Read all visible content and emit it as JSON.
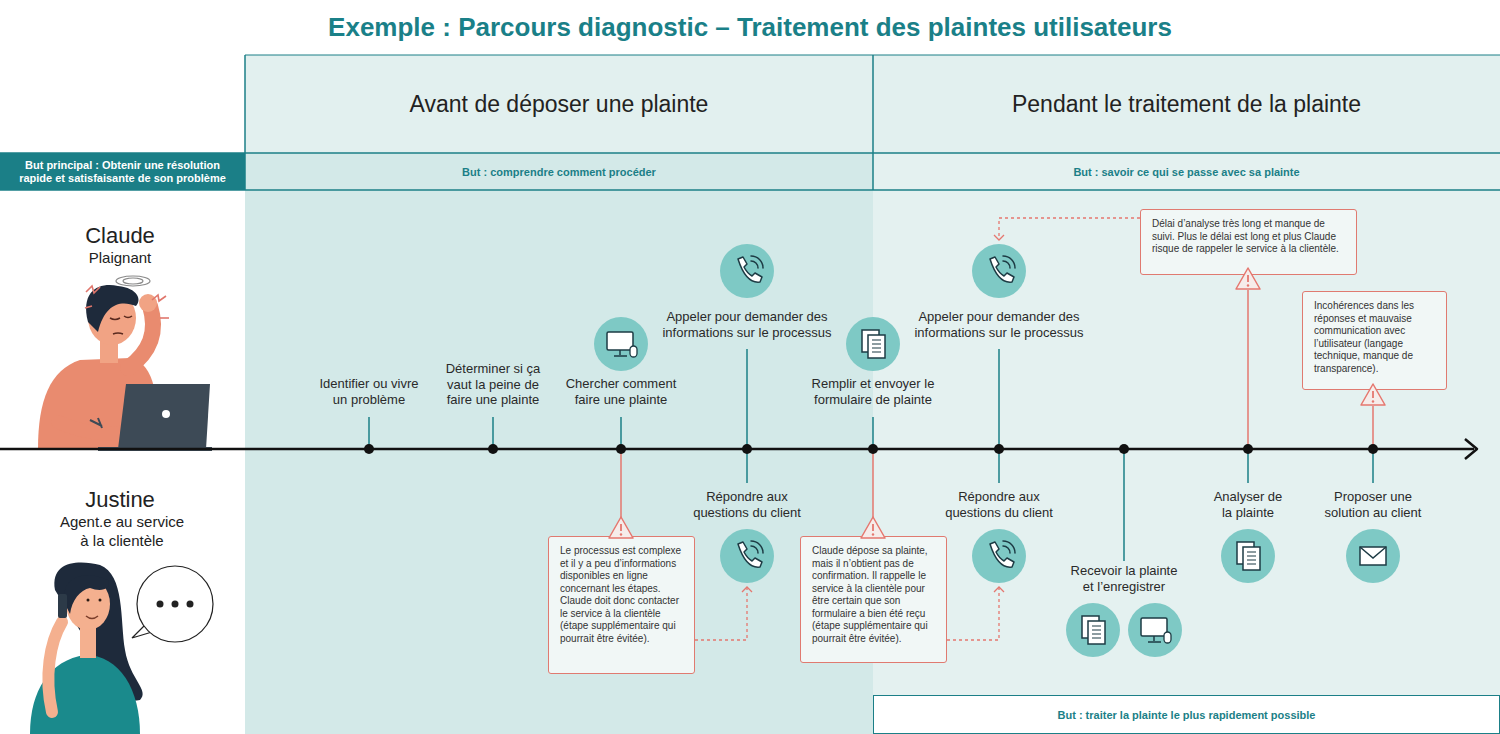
{
  "diagram": {
    "title": "Exemple : Parcours diagnostic – Traitement des plaintes utilisateurs",
    "nodes": [
      {
        "text": [
          "But principal : Obtenir une résolution rapide et satisfaisante de son problème"
        ]
      },
      {
        "text": [
          "Avant de déposer une plainte"
        ]
      },
      {
        "text": [
          "Pendant le traitement de la plainte"
        ]
      },
      {
        "text": [
          "But : comprendre comment procéder"
        ]
      },
      {
        "text": [
          "But : savoir ce qui se passe avec sa plainte"
        ]
      },
      {
        "text": [
          "Délai d’analyse très long et manque de suivi. Plus le délai est long et plus Claude risque de rappeler le service à la clientèle."
        ]
      },
      {
        "text": [
          "Incohérences dans les réponses et mauvaise communication avec l’utilisateur (langage technique, manque de transparence)."
        ]
      },
      {
        "text": [
          "Le processus est complexe et il y a peu d’informations disponibles en ligne concernant les étapes. Claude doit donc contacter le service à la clientèle (étape supplémentaire qui pourrait être évitée)."
        ]
      },
      {
        "text": [
          "Claude dépose sa plainte, mais il n’obtient pas de confirmation. Il rappelle le service à la clientèle pour être certain que son formulaire a bien été reçu (étape supplémentaire qui pourrait être évitée)."
        ]
      },
      {
        "text": [
          "But : traiter la plainte le plus rapidement possible"
        ]
      }
    ],
    "labels": [
      "Claude",
      "Plaignant",
      "Identifier ou vivre un problème",
      "Déterminer si ça vaut la peine de faire une plainte",
      "Chercher comment faire une plainte",
      "Appeler pour demander des informations sur le processus",
      "Remplir et envoyer le formulaire de plainte",
      "Appeler pour demander des informations sur le processus",
      "Justine",
      "Agent.e au service à la clientèle",
      "Répondre aux questions du client",
      "Répondre aux questions du client",
      "Recevoir la plainte et l’enregistrer",
      "Analyser de la plainte",
      "Proposer une solution au client"
    ]
  }
}
